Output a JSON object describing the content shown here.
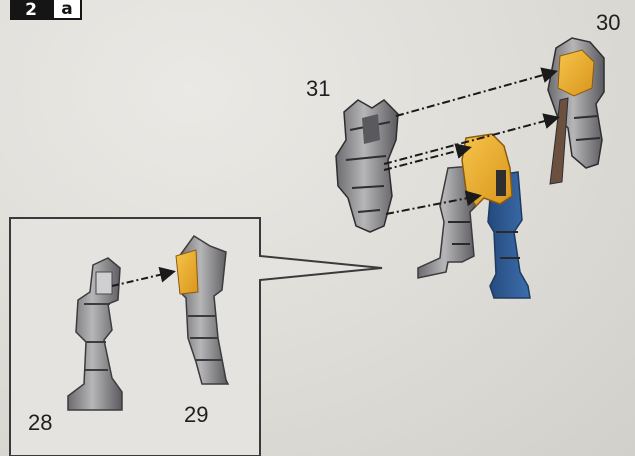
{
  "step": {
    "number": "2",
    "sub": "a"
  },
  "parts": [
    {
      "id": "part-28",
      "label": "28"
    },
    {
      "id": "part-29",
      "label": "29"
    },
    {
      "id": "part-30",
      "label": "30"
    },
    {
      "id": "part-31",
      "label": "31"
    }
  ],
  "colors": {
    "background": "#dcdad5",
    "armor_gray": "#9a9a9c",
    "armor_dark": "#4a4a4d",
    "yellow": "#f0b232",
    "blue": "#2e5b95",
    "callout_border": "#3a3a3a",
    "arrow": "#1a1a1a"
  }
}
